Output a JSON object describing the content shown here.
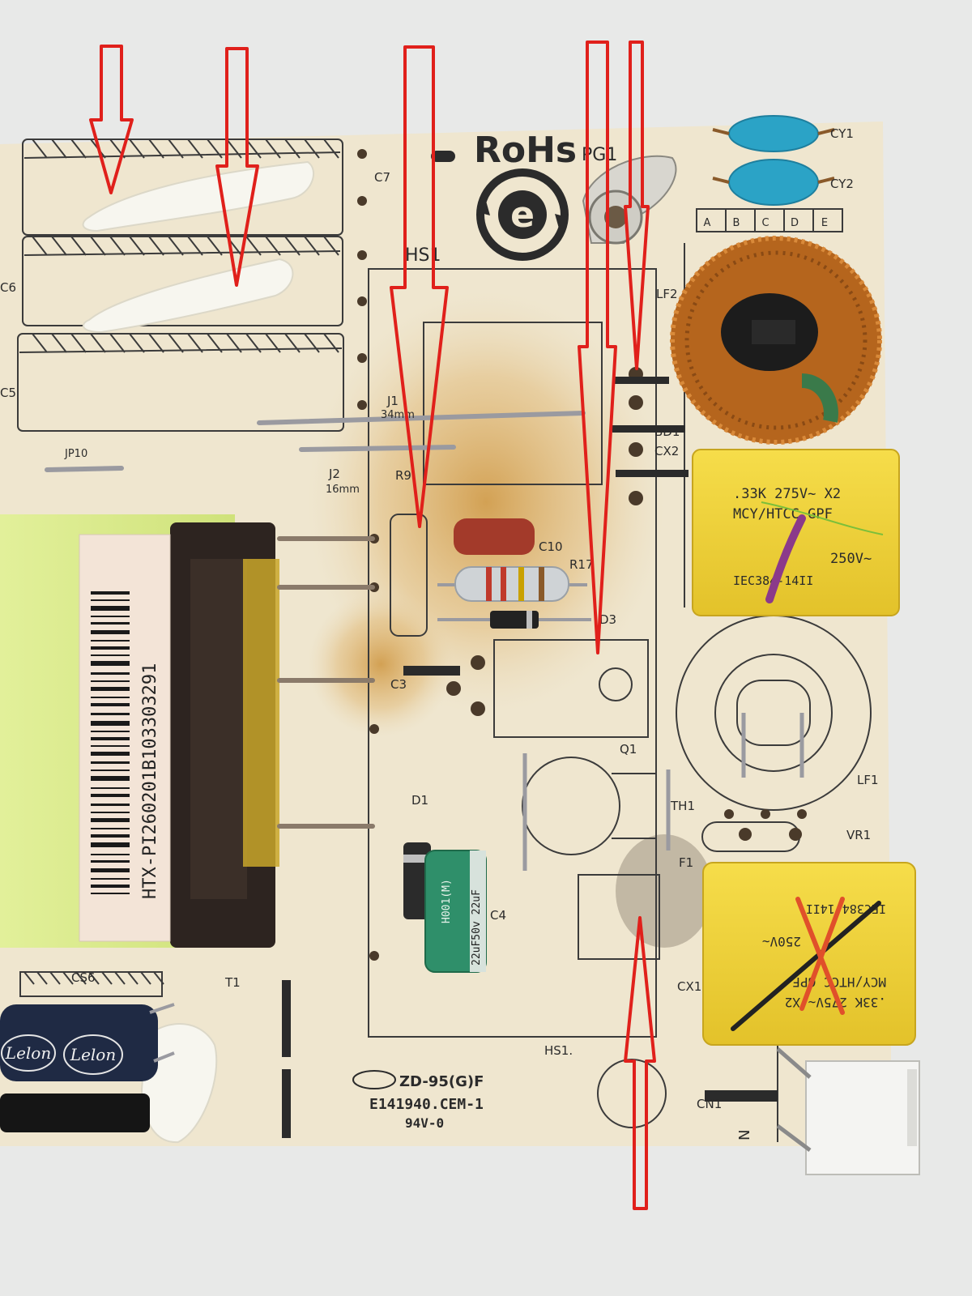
{
  "board": {
    "rohs": "RoHs",
    "pg1": "PG1",
    "hs1_top": "HS1",
    "hs1_bottom": "HS1.",
    "c7": "C7",
    "c6": "C6",
    "c5": "C5",
    "jp10": "JP10",
    "j1": "J1",
    "j1_len": "34mm",
    "j2": "J2",
    "j2_len": "16mm",
    "r9": "R9",
    "c10": "C10",
    "r17": "R17",
    "d3": "D3",
    "c3": "C3",
    "q1": "Q1",
    "d1": "D1",
    "c4": "C4",
    "th1": "TH1",
    "f1": "F1",
    "vr1": "VR1",
    "lf1": "LF1",
    "lf2": "LF2",
    "bd1": "BD1",
    "cx2": "CX2",
    "cx1": "CX1",
    "cy1": "CY1",
    "cy2": "CY2",
    "cs6": "CS6",
    "t1": "T1",
    "cn1": "CN1",
    "n_mark": "N",
    "grid_letters": [
      "A",
      "B",
      "C",
      "D",
      "E"
    ],
    "model": "ZD-95(G)F",
    "ul": "E141940.CEM-1",
    "rating": "94V-0"
  },
  "transformer_label": {
    "code": "HTX-PI260201B103303291"
  },
  "x_capacitor": {
    "line1": ".33K   275V~  X2",
    "line2": "MCY/HTCC     GPF",
    "line3": "250V~",
    "line4": "IEC384-14II"
  },
  "cx1_capacitor": {
    "line1": ".33K   275V~  X2",
    "line2": "MCY/HTCC   GPF",
    "line3": "250V~",
    "line4": "IEC384-14II"
  },
  "c4_capacitor": {
    "text1": "22uF50v 22uF",
    "text2": "H001(M)"
  },
  "bulk_caps": {
    "brand": "Lelon"
  },
  "colors": {
    "arrow": "#e0201b",
    "board": "#efe6cf",
    "silkscreen": "#2b2b2b",
    "xcap": "#f2d53a",
    "wire": "#c26a1c"
  }
}
